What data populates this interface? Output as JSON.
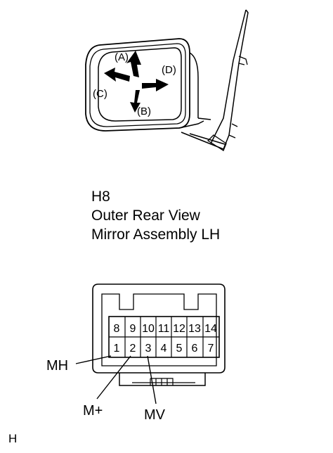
{
  "mirror": {
    "directions": {
      "a": "(A)",
      "b": "(B)",
      "c": "(C)",
      "d": "(D)"
    }
  },
  "caption": {
    "code": "H8",
    "line1": "Outer Rear View",
    "line2": "Mirror Assembly LH"
  },
  "connector": {
    "pins_top": [
      "8",
      "9",
      "10",
      "11",
      "12",
      "13",
      "14"
    ],
    "pins_bottom": [
      "1",
      "2",
      "3",
      "4",
      "5",
      "6",
      "7"
    ],
    "leaders": {
      "mh": "MH",
      "mplus": "M+",
      "mv": "MV"
    }
  },
  "corner_label": "H"
}
